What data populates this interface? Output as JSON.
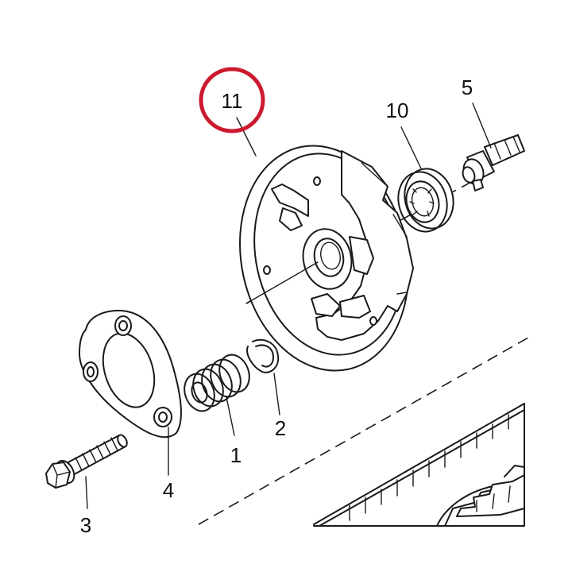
{
  "callouts": {
    "c1": "1",
    "c2": "2",
    "c3": "3",
    "c4": "4",
    "c5": "5",
    "c10": "10",
    "c11": "11"
  },
  "highlight": {
    "callout": "11",
    "color": "#cc1a2e"
  }
}
